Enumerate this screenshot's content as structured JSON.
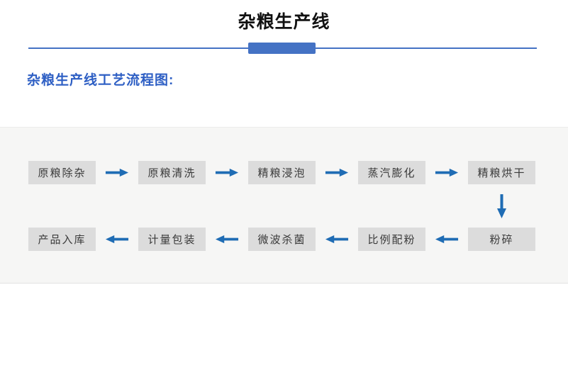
{
  "header": {
    "title": "杂粮生产线"
  },
  "section": {
    "title": "杂粮生产线工艺流程图:"
  },
  "flow": {
    "row1": [
      "原粮除杂",
      "原粮清洗",
      "精粮浸泡",
      "蒸汽膨化",
      "精粮烘干"
    ],
    "row2": [
      "产品入库",
      "计量包装",
      "微波杀菌",
      "比例配粉",
      "粉碎"
    ],
    "row1_direction": "left-to-right",
    "row2_direction": "right-to-left"
  },
  "colors": {
    "accent": "#4472c4",
    "heading": "#2e5fc4",
    "arrow": "#1f6cb4",
    "box_bg": "#dcdcdc",
    "box_text": "#3a3a3a",
    "panel_bg": "#f6f6f5"
  }
}
